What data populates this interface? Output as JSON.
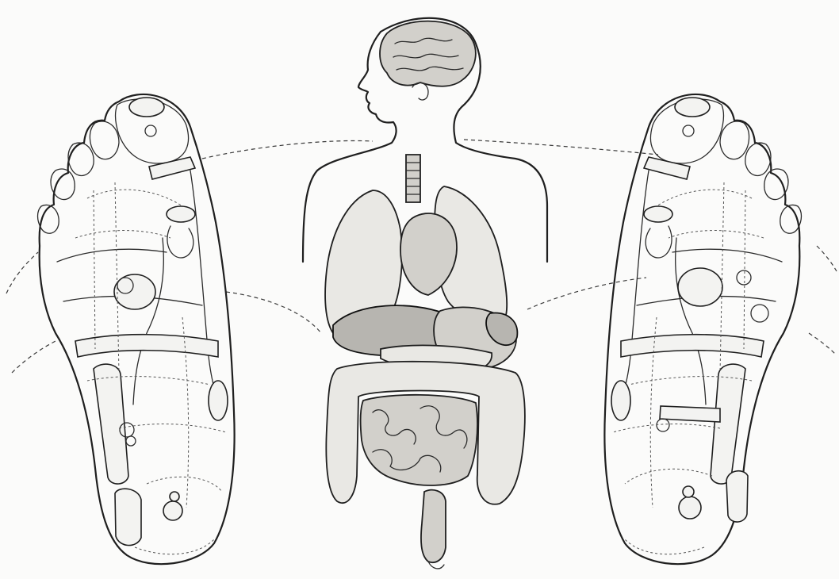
{
  "figure": {
    "kind": "foot reflexology illustration",
    "left_element": "left-foot-sole",
    "center_element": "human-body-internal-organs",
    "right_element": "right-foot-sole",
    "connectors": "dashed-arcs"
  },
  "palette": {
    "ink": "#1f1f1f",
    "paper": "#fbfbfa",
    "organ_fill": "#e9e8e4",
    "organ_shadow": "#b7b5b0"
  }
}
